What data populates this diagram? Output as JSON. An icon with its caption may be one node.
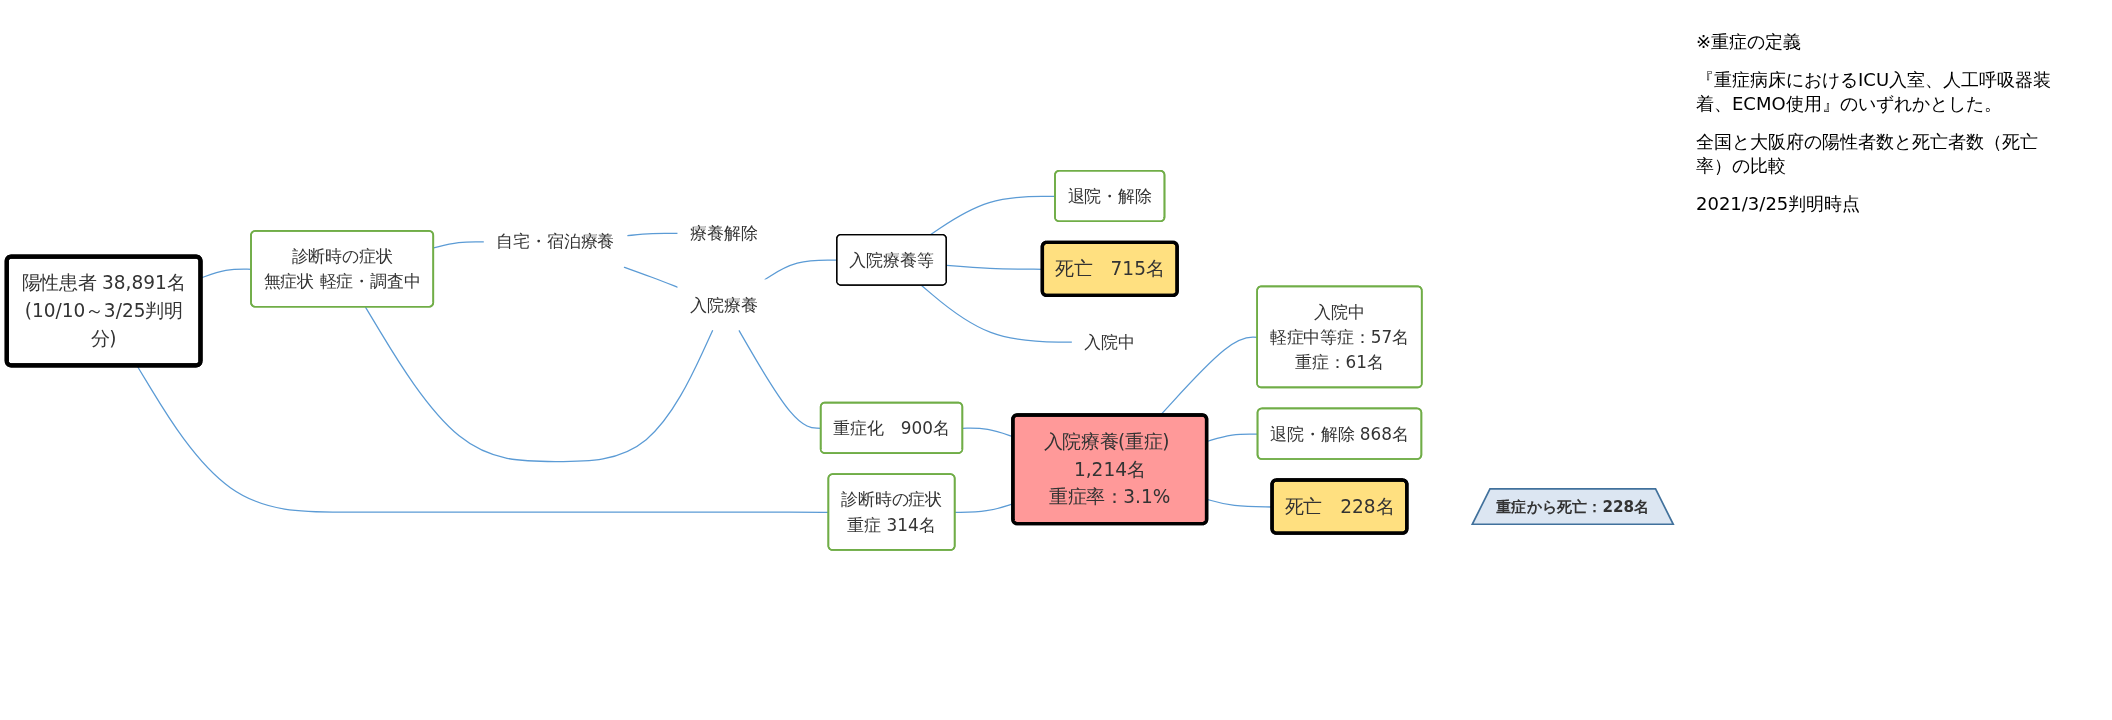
{
  "diagram": {
    "nodes": [
      {
        "text": [
          "陽性患者 38,891名",
          "(10/10～3/25判明分)"
        ]
      },
      {
        "text": [
          "診断時の症状",
          "無症状 軽症・調査中"
        ]
      },
      {
        "text": [
          "診断時の症状",
          "重症 314名"
        ]
      },
      {
        "text": [
          "自宅・宿泊療養"
        ]
      },
      {
        "text": [
          "療養解除"
        ]
      },
      {
        "text": [
          "入院療養"
        ]
      },
      {
        "text": [
          "重症化　900名"
        ]
      },
      {
        "text": [
          "入院療養等"
        ]
      },
      {
        "text": [
          "入院療養(重症) 1,214名",
          "重症率：3.1%"
        ]
      },
      {
        "text": [
          "退院・解除"
        ]
      },
      {
        "text": [
          "死亡　715名"
        ]
      },
      {
        "text": [
          "入院中"
        ]
      },
      {
        "text": [
          "入院中",
          "軽症中等症：57名",
          "重症：61名"
        ]
      },
      {
        "text": [
          "退院・解除 868名"
        ]
      },
      {
        "text": [
          "死亡　228名"
        ]
      },
      {
        "text": [
          "重症から死亡：228名"
        ]
      }
    ],
    "edges": [
      {
        "from": 0,
        "to": 1,
        "arrow": "none"
      },
      {
        "from": 0,
        "to": 2,
        "arrow": "none"
      },
      {
        "from": 1,
        "to": 3,
        "arrow": "none"
      },
      {
        "from": 1,
        "to": 5,
        "arrow": "none"
      },
      {
        "from": 3,
        "to": 4,
        "arrow": "none"
      },
      {
        "from": 3,
        "to": 5,
        "arrow": "none"
      },
      {
        "from": 5,
        "to": 7,
        "arrow": "none"
      },
      {
        "from": 5,
        "to": 6,
        "arrow": "none"
      },
      {
        "from": 6,
        "to": 8,
        "arrow": "none"
      },
      {
        "from": 2,
        "to": 8,
        "arrow": "none"
      },
      {
        "from": 7,
        "to": 9,
        "arrow": "none"
      },
      {
        "from": 7,
        "to": 10,
        "arrow": "none"
      },
      {
        "from": 7,
        "to": 11,
        "arrow": "none"
      },
      {
        "from": 8,
        "to": 12,
        "arrow": "none"
      },
      {
        "from": 8,
        "to": 13,
        "arrow": "none"
      },
      {
        "from": 8,
        "to": 14,
        "arrow": "none"
      }
    ],
    "labels": [
      "※重症の定義",
      "『重症病床におけるICU入室、人工呼吸器装着、ECMO使用』のいずれかとした。",
      "全国と大阪府の陽性者数と死亡者数（死亡率）の比較",
      "2021/3/25判明時点"
    ]
  }
}
